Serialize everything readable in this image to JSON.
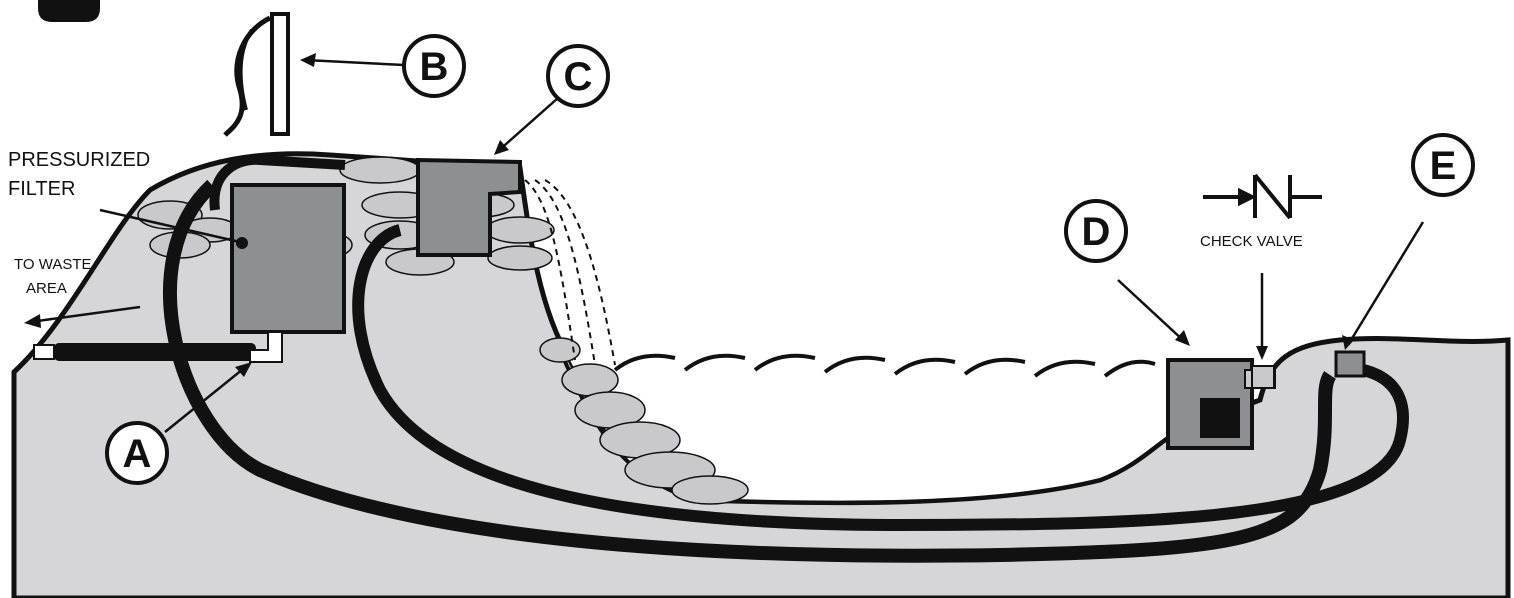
{
  "labels": {
    "pressurized_filter_line1": "PRESSURIZED",
    "pressurized_filter_line2": "FILTER",
    "to_waste_line1": "TO WASTE",
    "to_waste_line2": "AREA",
    "check_valve": "CHECK VALVE"
  },
  "callouts": {
    "a": "A",
    "b": "B",
    "c": "C",
    "d": "D",
    "e": "E"
  },
  "colors": {
    "ground": "#d6d6d8",
    "equipment": "#8e8f91",
    "outline": "#111111",
    "rock_fill": "#c9c9cb"
  }
}
